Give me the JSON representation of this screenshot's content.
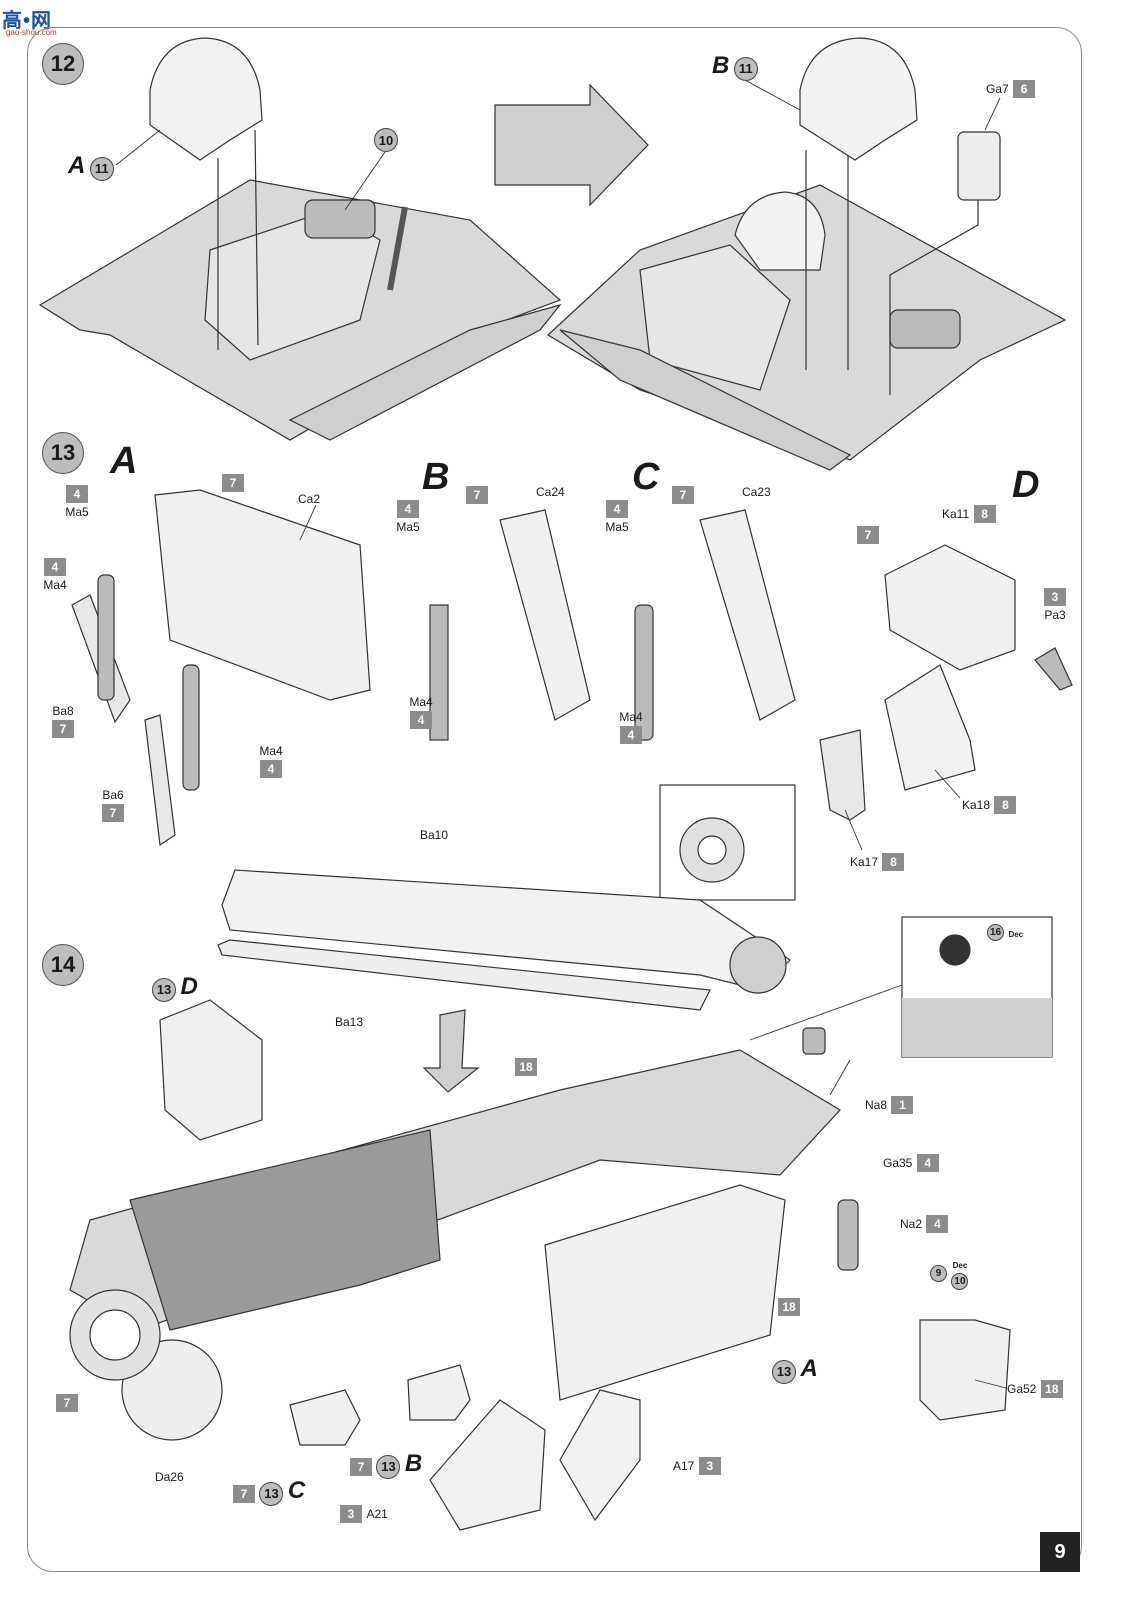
{
  "watermark": {
    "logo": "高•网",
    "url": "gao-shou.com"
  },
  "page_number": "9",
  "colors": {
    "part_fill": "#d9d9d9",
    "part_dark": "#9a9a9a",
    "line": "#333333",
    "box": "#8c8c8c",
    "circle": "#bdbdbd"
  },
  "step12": {
    "number": "12",
    "callout_a_letter": "A",
    "callout_a_num": "11",
    "callout_10": "10",
    "callout_b_letter": "B",
    "callout_b_num": "11",
    "ga7_label": "Ga7",
    "ga7_box": "6"
  },
  "step13": {
    "number": "13",
    "sub_a": {
      "letter": "A",
      "ma5_box": "4",
      "ma5_label": "Ma5",
      "ma4_box": "4",
      "ma4_label": "Ma4",
      "box7": "7",
      "ca2_label": "Ca2",
      "ba8_label": "Ba8",
      "ba8_box": "7",
      "ma4b_label": "Ma4",
      "ma4b_box": "4",
      "ba6_label": "Ba6",
      "ba6_box": "7"
    },
    "sub_b": {
      "letter": "B",
      "ma5_box": "4",
      "ma5_label": "Ma5",
      "box7": "7",
      "ca24_label": "Ca24",
      "ma4_label": "Ma4",
      "ma4_box": "4"
    },
    "sub_c": {
      "letter": "C",
      "ma5_box": "4",
      "ma5_label": "Ma5",
      "box7": "7",
      "ca23_label": "Ca23",
      "ma4_label": "Ma4",
      "ma4_box": "4"
    },
    "sub_d": {
      "letter": "D",
      "ka11_label": "Ka11",
      "ka11_box": "8",
      "box7": "7",
      "pa3_box": "3",
      "pa3_label": "Pa3",
      "ka18_label": "Ka18",
      "ka18_box": "8",
      "ka17_label": "Ka17",
      "ka17_box": "8"
    }
  },
  "step14": {
    "number": "14",
    "ba10_label": "Ba10",
    "ba13_label": "Ba13",
    "callout_13d_num": "13",
    "callout_13d_letter": "D",
    "box18a": "18",
    "inset_dec_num": "16",
    "inset_dec_label": "Dec",
    "na8_label": "Na8",
    "na8_box": "1",
    "ga35_label": "Ga35",
    "ga35_box": "4",
    "na2_label": "Na2",
    "na2_box": "4",
    "dec9": "9",
    "dec10": "10",
    "dec_label": "Dec",
    "box18b": "18",
    "callout_13a_num": "13",
    "callout_13a_letter": "A",
    "ga52_label": "Ga52",
    "ga52_box": "18",
    "box7_left": "7",
    "da26_label": "Da26",
    "box7_b": "7",
    "callout_13b_num": "13",
    "callout_13b_letter": "B",
    "box7_c": "7",
    "callout_13c_num": "13",
    "callout_13c_letter": "C",
    "a17_label": "A17",
    "a17_box": "3",
    "a21_box": "3",
    "a21_label": "A21"
  }
}
